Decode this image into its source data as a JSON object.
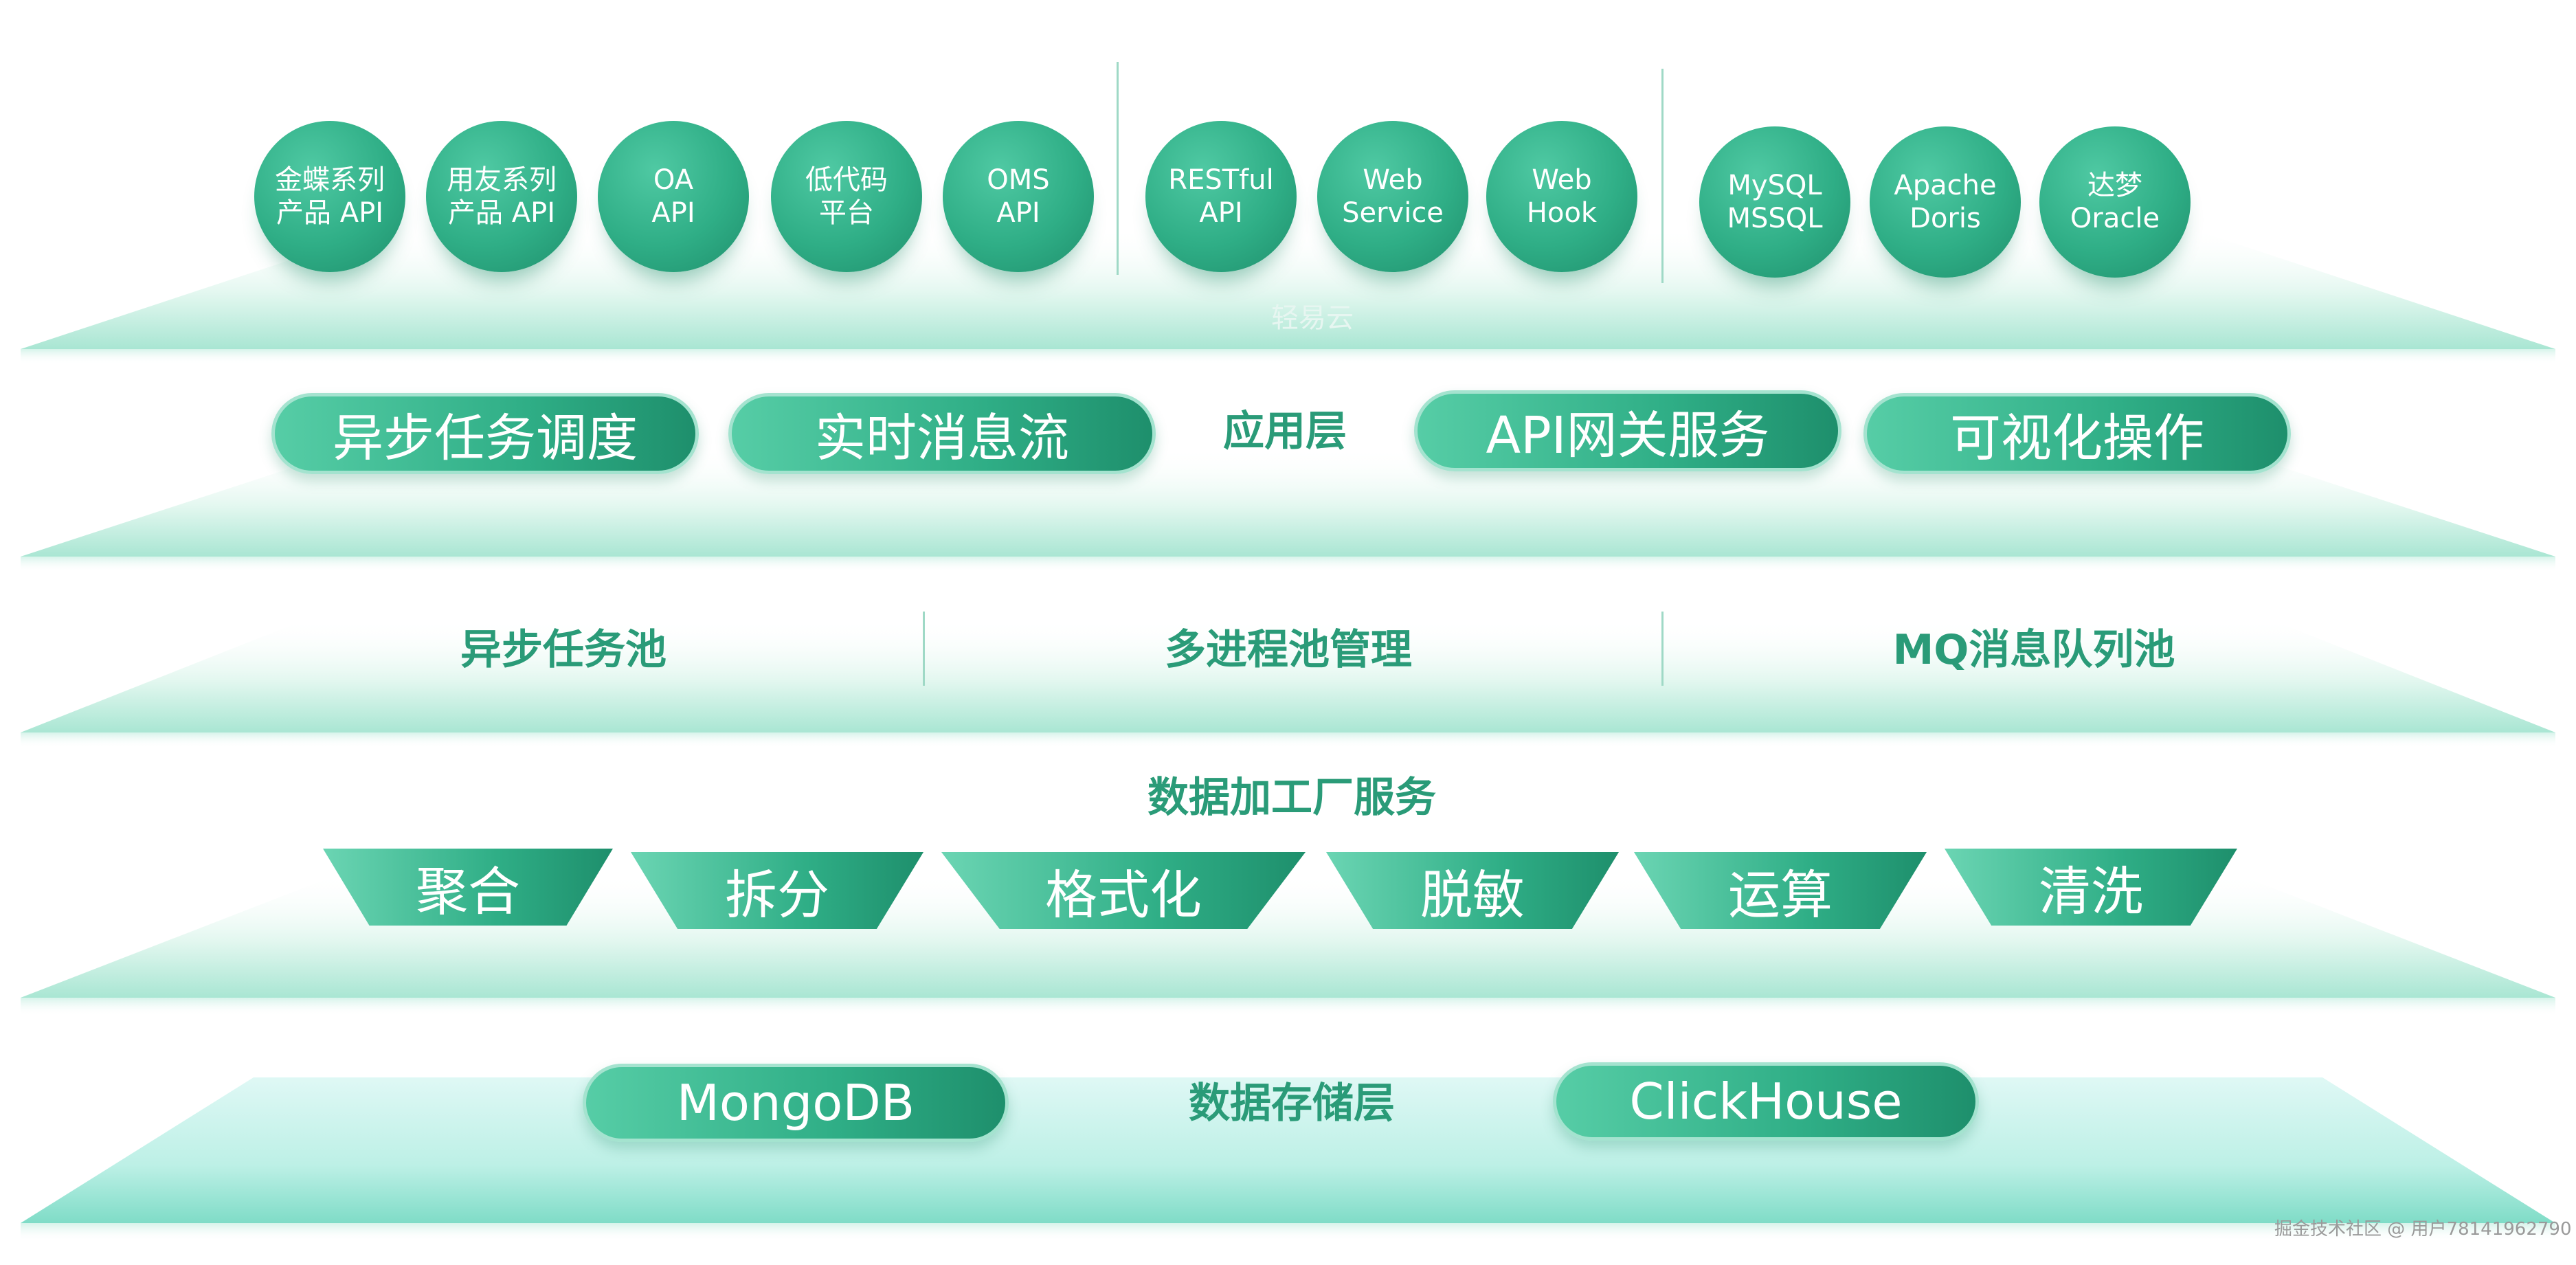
{
  "title": "应用层",
  "top_circles": [
    {
      "label": "金蝶系列\n产品 API"
    },
    {
      "label": "用友系列\n产品 API"
    },
    {
      "label": "OA\nAPI"
    },
    {
      "label": "低代码\n平台"
    },
    {
      "label": "OMS\nAPI"
    },
    {
      "label": "RESTful\nAPI"
    },
    {
      "label": "Web\nService"
    },
    {
      "label": "Web\nHook"
    },
    {
      "label": "MySQL\nMSSQL"
    },
    {
      "label": "Apache\nDoris"
    },
    {
      "label": "达梦\nOracle"
    }
  ],
  "app_layer": {
    "label": "应用层",
    "pills": [
      "异步任务调度",
      "实时消息流",
      "API网关服务",
      "可视化操作"
    ]
  },
  "pool_layer": {
    "items": [
      "异步任务池",
      "多进程池管理",
      "MQ消息队列池"
    ]
  },
  "factory_layer": {
    "label": "数据加工厂服务",
    "items": [
      "聚合",
      "拆分",
      "格式化",
      "脱敏",
      "运算",
      "清洗"
    ]
  },
  "storage_layer": {
    "label": "数据存储层",
    "pills": [
      "MongoDB",
      "ClickHouse"
    ]
  },
  "watermark": "轻易云",
  "credit": "掘金技术社区 @ 用户78141962790",
  "colors": {
    "accent": "#2fae86",
    "accent_dark": "#1e8f6c",
    "label": "#2a9b78",
    "platform": "#bfeee0"
  }
}
